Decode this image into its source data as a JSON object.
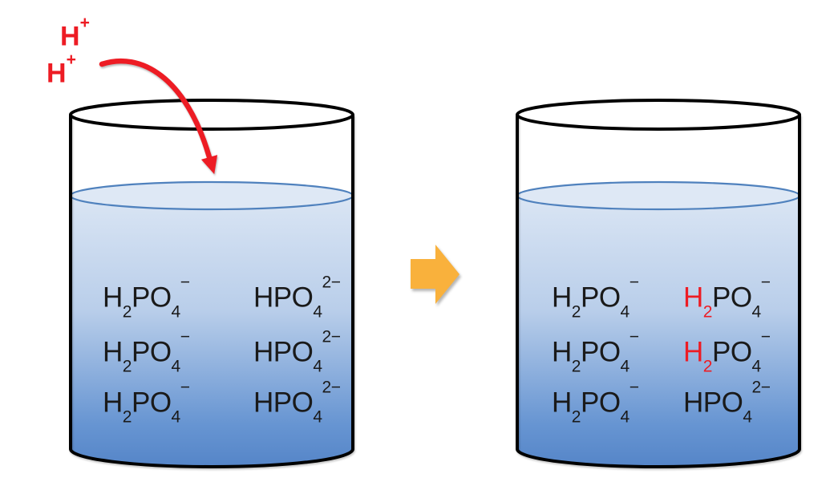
{
  "colors": {
    "red": "#ED1C24",
    "orange": "#F9B13C",
    "outline": "#000000",
    "water-stroke": "#4F81BD",
    "water-top": "#DEE8F5",
    "water-mid": "#B9CEEA",
    "water-deep": "#6795D2",
    "water-bottom": "#5585C8"
  },
  "proton_labels": [
    {
      "segments": [
        {
          "t": "H"
        },
        {
          "t": "+",
          "style": "sup"
        }
      ]
    },
    {
      "segments": [
        {
          "t": "H"
        },
        {
          "t": "+",
          "style": "sup"
        }
      ]
    }
  ],
  "beakers": [
    {
      "id": "before",
      "rows": [
        {
          "species": [
            {
              "segments": [
                {
                  "t": "H"
                },
                {
                  "t": "2",
                  "style": "sub"
                },
                {
                  "t": "PO"
                },
                {
                  "t": "4",
                  "style": "sub"
                },
                {
                  "t": "−",
                  "style": "sup"
                }
              ]
            },
            {
              "segments": [
                {
                  "t": "HPO"
                },
                {
                  "t": "4",
                  "style": "sub"
                },
                {
                  "t": "2−",
                  "style": "sup"
                }
              ]
            }
          ]
        },
        {
          "species": [
            {
              "segments": [
                {
                  "t": "H"
                },
                {
                  "t": "2",
                  "style": "sub"
                },
                {
                  "t": "PO"
                },
                {
                  "t": "4",
                  "style": "sub"
                },
                {
                  "t": "−",
                  "style": "sup"
                }
              ]
            },
            {
              "segments": [
                {
                  "t": "HPO"
                },
                {
                  "t": "4",
                  "style": "sub"
                },
                {
                  "t": "2−",
                  "style": "sup"
                }
              ]
            }
          ]
        },
        {
          "species": [
            {
              "segments": [
                {
                  "t": "H"
                },
                {
                  "t": "2",
                  "style": "sub"
                },
                {
                  "t": "PO"
                },
                {
                  "t": "4",
                  "style": "sub"
                },
                {
                  "t": "−",
                  "style": "sup"
                }
              ]
            },
            {
              "segments": [
                {
                  "t": "HPO"
                },
                {
                  "t": "4",
                  "style": "sub"
                },
                {
                  "t": "2−",
                  "style": "sup"
                }
              ]
            }
          ]
        }
      ]
    },
    {
      "id": "after",
      "rows": [
        {
          "species": [
            {
              "segments": [
                {
                  "t": "H"
                },
                {
                  "t": "2",
                  "style": "sub"
                },
                {
                  "t": "PO"
                },
                {
                  "t": "4",
                  "style": "sub"
                },
                {
                  "t": "−",
                  "style": "sup"
                }
              ]
            },
            {
              "segments": [
                {
                  "t": "H",
                  "color": "#ED1C24"
                },
                {
                  "t": "2",
                  "style": "sub",
                  "color": "#ED1C24"
                },
                {
                  "t": "PO"
                },
                {
                  "t": "4",
                  "style": "sub"
                },
                {
                  "t": "−",
                  "style": "sup"
                }
              ]
            }
          ]
        },
        {
          "species": [
            {
              "segments": [
                {
                  "t": "H"
                },
                {
                  "t": "2",
                  "style": "sub"
                },
                {
                  "t": "PO"
                },
                {
                  "t": "4",
                  "style": "sub"
                },
                {
                  "t": "−",
                  "style": "sup"
                }
              ]
            },
            {
              "segments": [
                {
                  "t": "H",
                  "color": "#ED1C24"
                },
                {
                  "t": "2",
                  "style": "sub",
                  "color": "#ED1C24"
                },
                {
                  "t": "PO"
                },
                {
                  "t": "4",
                  "style": "sub"
                },
                {
                  "t": "−",
                  "style": "sup"
                }
              ]
            }
          ]
        },
        {
          "species": [
            {
              "segments": [
                {
                  "t": "H"
                },
                {
                  "t": "2",
                  "style": "sub"
                },
                {
                  "t": "PO"
                },
                {
                  "t": "4",
                  "style": "sub"
                },
                {
                  "t": "−",
                  "style": "sup"
                }
              ]
            },
            {
              "segments": [
                {
                  "t": "HPO"
                },
                {
                  "t": "4",
                  "style": "sub"
                },
                {
                  "t": "2−",
                  "style": "sup"
                }
              ]
            }
          ]
        }
      ]
    }
  ]
}
